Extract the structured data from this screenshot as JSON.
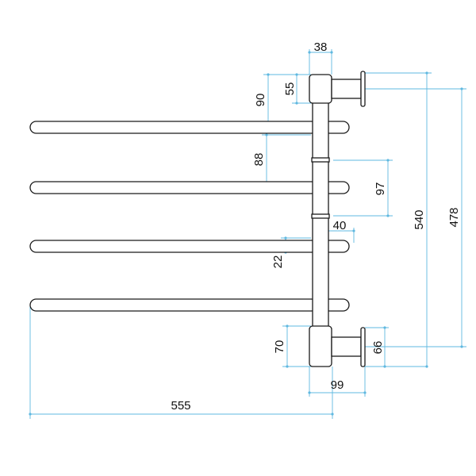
{
  "colors": {
    "outline": "#1a1a1a",
    "dimension": "#5fb8e0",
    "text": "#111111",
    "background": "#ffffff"
  },
  "dimensions": {
    "bracket_width": "38",
    "top_cap": "55",
    "top_offset": "90",
    "bar_pitch": "88",
    "knuckle_gap": "97",
    "knuckle_width": "40",
    "bar_diameter": "22",
    "bottom_cap": "70",
    "flange_diameter": "66",
    "total_height": "540",
    "fixing_centres": "478",
    "projection": "99",
    "bar_length": "555"
  }
}
